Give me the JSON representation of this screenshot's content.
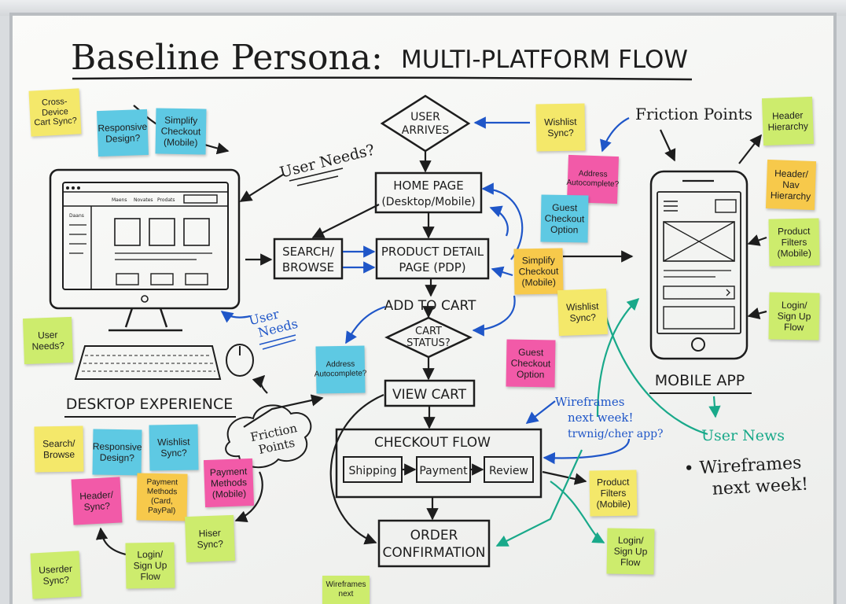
{
  "title": {
    "part1": "Baseline Persona:",
    "part2": "MULTI-PLATFORM FLOW"
  },
  "flow": {
    "user_arrives": [
      "USER",
      "ARRIVES"
    ],
    "home_page": [
      "HOME PAGE",
      "(Desktop/Mobile)"
    ],
    "search_browse": [
      "SEARCH/",
      "BROWSE"
    ],
    "pdp": [
      "PRODUCT DETAIL",
      "PAGE (PDP)"
    ],
    "add_to_cart": "ADD TO CART",
    "cart_status": [
      "CART",
      "STATUS?"
    ],
    "view_cart": "VIEW CART",
    "checkout_flow": "CHECKOUT FLOW",
    "checkout_steps": [
      "Shipping",
      "Payment",
      "Review"
    ],
    "order_confirmation": [
      "ORDER",
      "CONFIRMATION"
    ]
  },
  "labels": {
    "desktop_experience": "DESKTOP EXPERIENCE",
    "mobile_app": "MOBILE APP",
    "user_needs_top": "User Needs?",
    "user_needs_mid": [
      "User",
      "Needs"
    ],
    "friction_points_top": "Friction Points",
    "friction_points_cloud": [
      "Friction",
      "Points"
    ],
    "wireframes_blue": [
      "Wireframes",
      "next week!",
      "trwnig/cher app?"
    ],
    "user_news": "User News",
    "wireframes_black": [
      "• Wireframes",
      "next week!"
    ]
  },
  "desktop_screen": {
    "nav": [
      "Maens",
      "Novates",
      "Prodats"
    ],
    "sidebar": "Daans"
  },
  "notes": [
    {
      "id": "cross-device-cart-sync",
      "text": "Cross-Device\nCart Sync?",
      "color": "yellow"
    },
    {
      "id": "responsive-design-top",
      "text": "Responsive\nDesign?",
      "color": "blue"
    },
    {
      "id": "simplify-checkout-top",
      "text": "Simplify\nCheckout\n(Mobile)",
      "color": "blue"
    },
    {
      "id": "wishlist-sync-top",
      "text": "Wishlist\nSync?",
      "color": "yellow"
    },
    {
      "id": "address-autocomplete-top",
      "text": "Address\nAutocomplete?",
      "color": "pink"
    },
    {
      "id": "guest-checkout-top",
      "text": "Guest\nCheckout\nOption",
      "color": "blue"
    },
    {
      "id": "simplify-checkout-mid",
      "text": "Simplify\nCheckout\n(Mobile)",
      "color": "orange"
    },
    {
      "id": "wishlist-sync-mid",
      "text": "Wishlist\nSync?",
      "color": "yellow"
    },
    {
      "id": "guest-checkout-mid",
      "text": "Guest\nCheckout\nOption",
      "color": "pink"
    },
    {
      "id": "address-autocomplete-mid",
      "text": "Address\nAutocomplete?",
      "color": "blue"
    },
    {
      "id": "header-hierarchy",
      "text": "Header\nHierarchy",
      "color": "green"
    },
    {
      "id": "header-nav-hierarchy",
      "text": "Header/\nNav\nHierarchy",
      "color": "orange"
    },
    {
      "id": "product-filters-right",
      "text": "Product\nFilters\n(Mobile)",
      "color": "green"
    },
    {
      "id": "login-signup-right",
      "text": "Login/\nSign Up\nFlow",
      "color": "green"
    },
    {
      "id": "user-needs-left",
      "text": "User\nNeeds?",
      "color": "green"
    },
    {
      "id": "search-browse-left",
      "text": "Search/\nBrowse",
      "color": "yellow"
    },
    {
      "id": "responsive-design-bottom",
      "text": "Responsive\nDesign?",
      "color": "blue"
    },
    {
      "id": "wishlist-sync-bottom",
      "text": "Wishlist\nSync?",
      "color": "blue"
    },
    {
      "id": "payment-methods-mobile",
      "text": "Payment\nMethods\n(Mobile)",
      "color": "pink"
    },
    {
      "id": "header-sync",
      "text": "Header/\nSync?",
      "color": "pink"
    },
    {
      "id": "payment-methods-card",
      "text": "Payment\nMethods\n(Card, PayPal)",
      "color": "orange"
    },
    {
      "id": "hiser-sync",
      "text": "Hiser\nSync?",
      "color": "green"
    },
    {
      "id": "userder-sync",
      "text": "Userder\nSync?",
      "color": "green"
    },
    {
      "id": "login-signup-bottom",
      "text": "Login/\nSign Up\nFlow",
      "color": "green"
    },
    {
      "id": "wireframes-bottom",
      "text": "Wireframes\nnext",
      "color": "green"
    },
    {
      "id": "product-filters-bottom",
      "text": "Product\nFilters\n(Mobile)",
      "color": "yellow"
    },
    {
      "id": "login-signup-bottom-right",
      "text": "Login/\nSign Up\nFlow",
      "color": "green"
    }
  ]
}
